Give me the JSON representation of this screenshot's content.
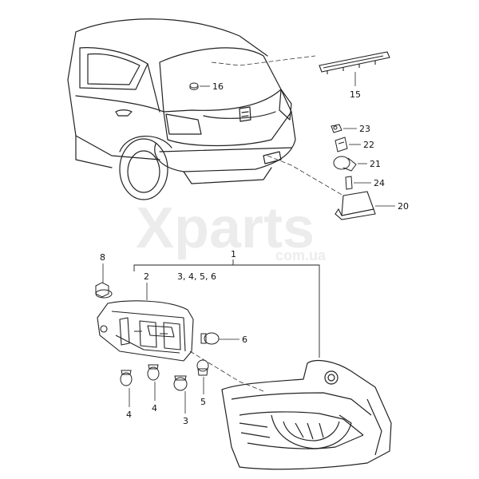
{
  "watermark": {
    "brand": "Xparts",
    "domain": "com.ua"
  },
  "callouts": {
    "c1": "1",
    "c2": "2",
    "c3a": "3",
    "c4a": "4",
    "c4b": "4",
    "c5": "5",
    "c6": "6",
    "c8": "8",
    "c15": "15",
    "c16": "16",
    "c20": "20",
    "c21": "21",
    "c22": "22",
    "c23": "23",
    "c24": "24",
    "group": "3, 4, 5, 6"
  }
}
